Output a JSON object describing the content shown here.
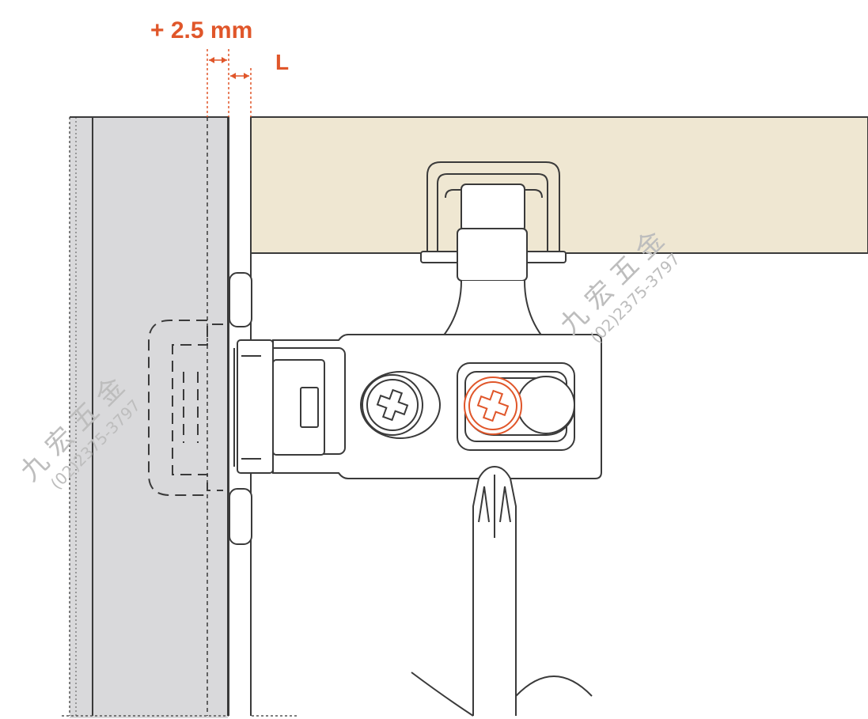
{
  "dimensions": {
    "adjustment_label": "+ 2.5 mm",
    "overlay_label": "L"
  },
  "watermark": {
    "company": "九 宏 五 金",
    "phone": "(02)2375-3797"
  },
  "colors": {
    "accent": "#e0562a",
    "line": "#3a3a3a",
    "door_panel": "#d9d9db",
    "cabinet_panel": "#efe7d2",
    "watermark": "#bdbdbd"
  },
  "icons": {
    "fixed_screw": "phillips-screw-icon",
    "adjustment_screw": "phillips-screw-highlighted-icon",
    "tool": "screwdriver-icon"
  }
}
